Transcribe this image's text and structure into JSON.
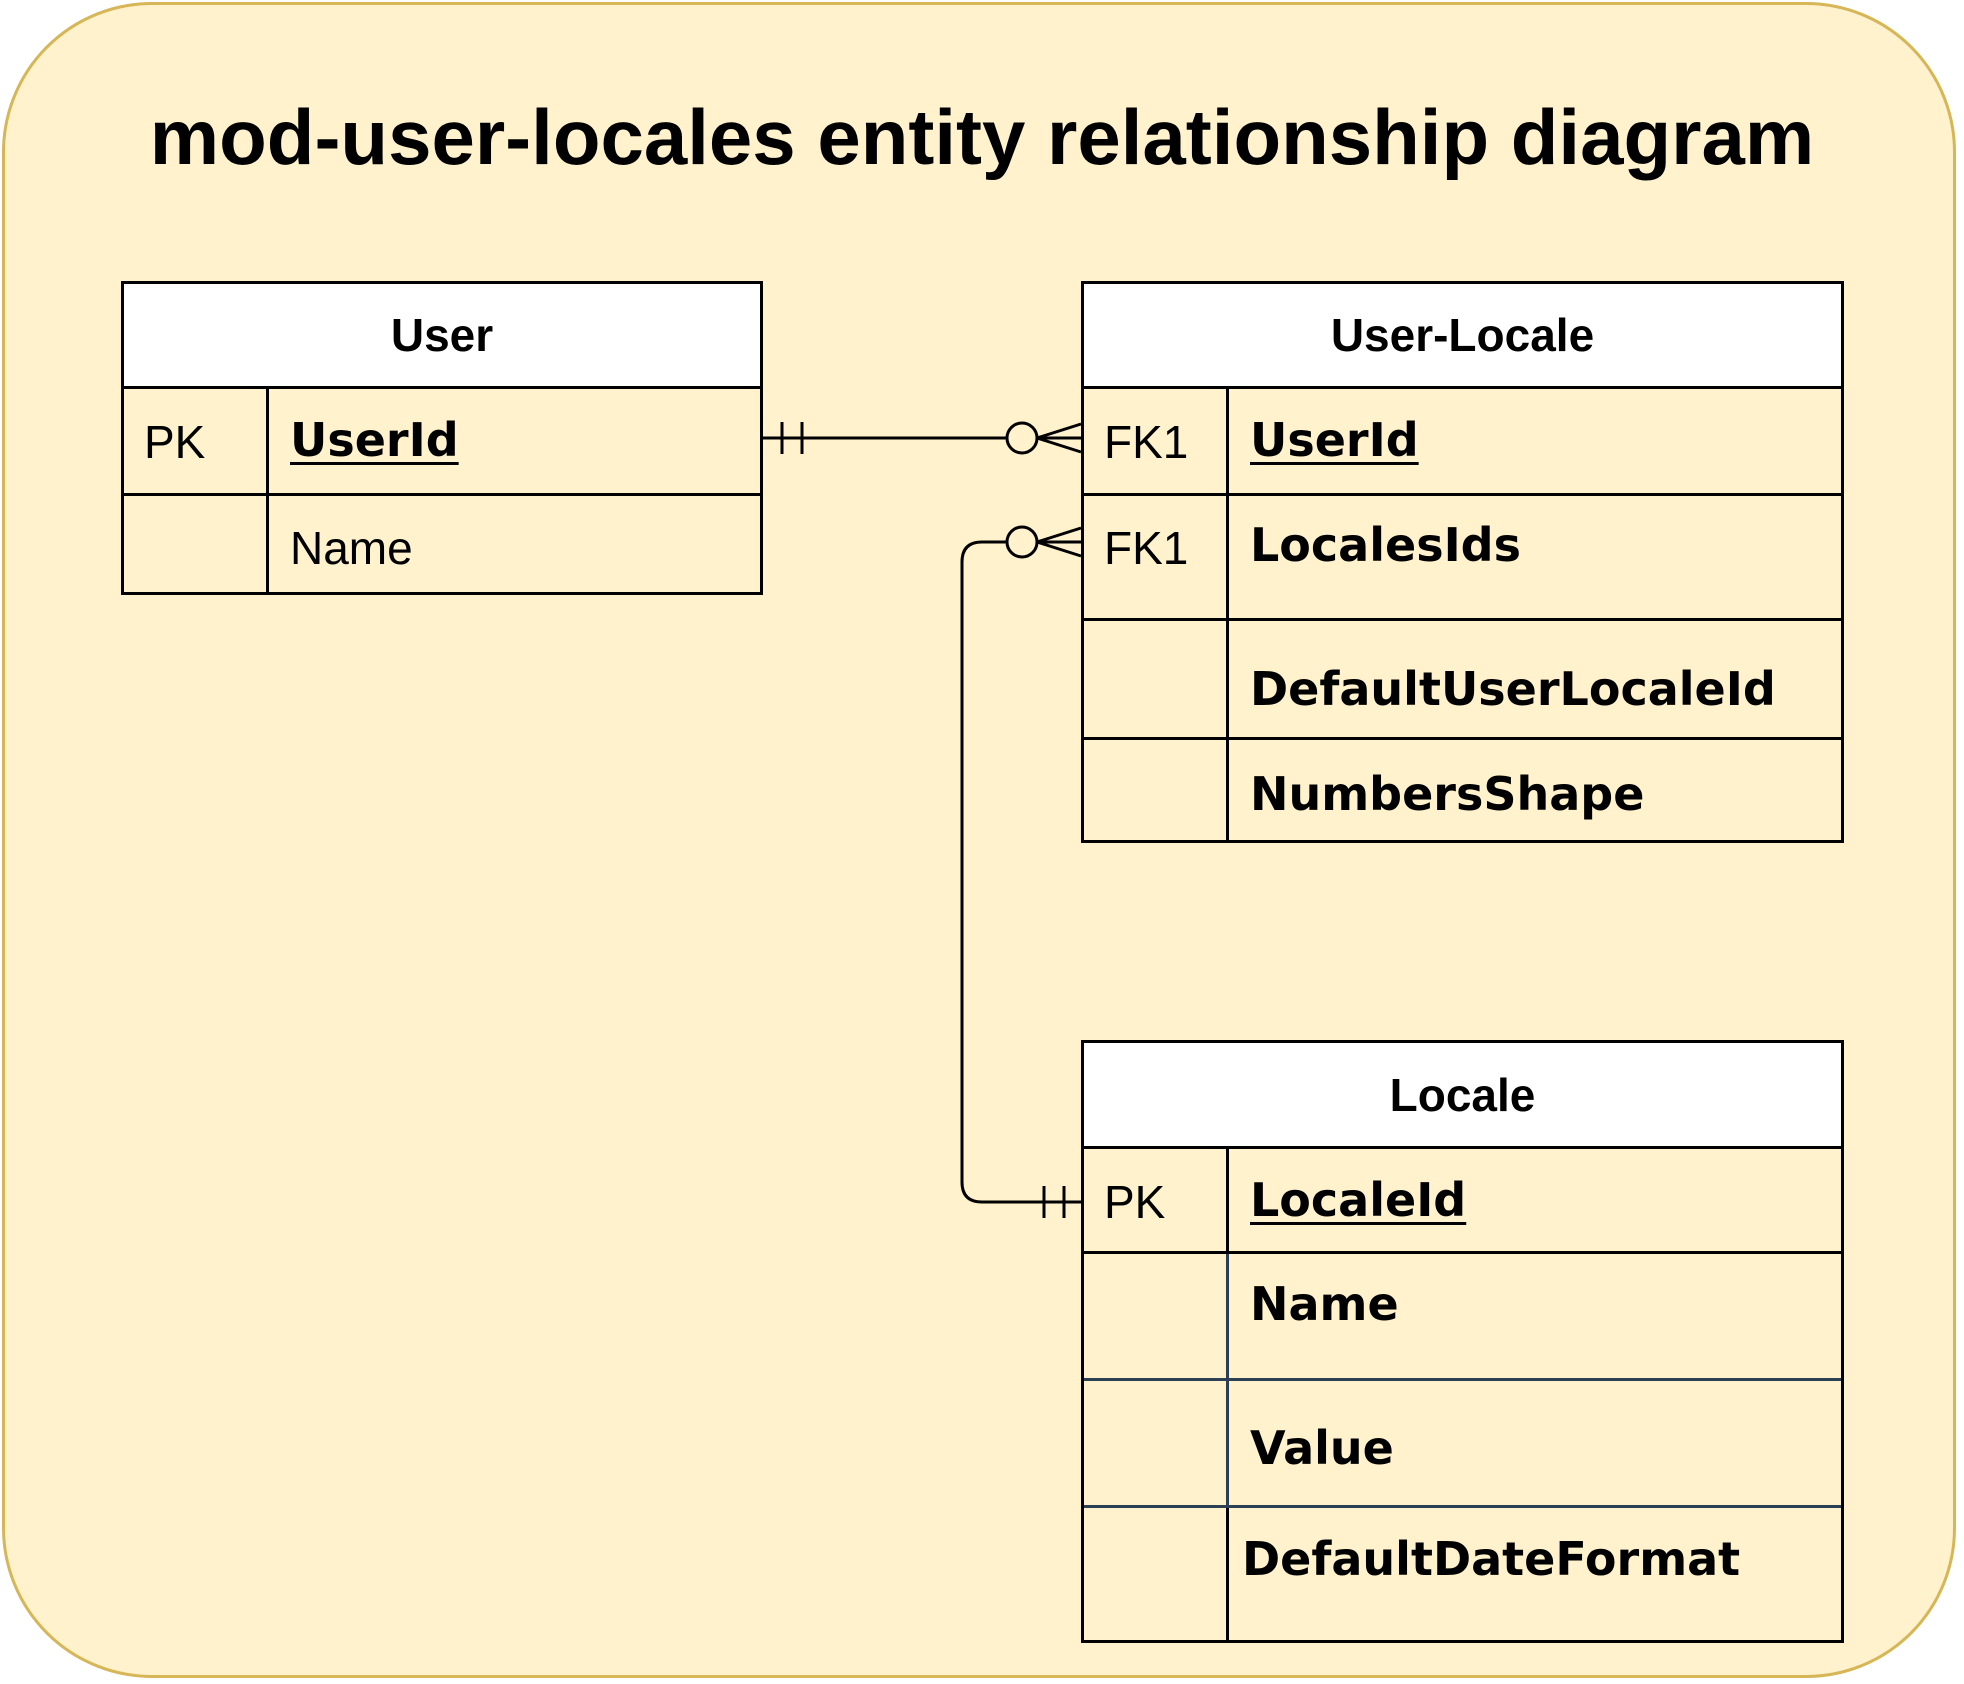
{
  "title": "mod-user-locales entity relationship diagram",
  "colors": {
    "background": "#fff2cc",
    "border": "#d6b656",
    "line": "#000000",
    "header_fill": "#ffffff"
  },
  "entities": {
    "user": {
      "name": "User",
      "rows": [
        {
          "key": "PK",
          "attr": "UserId"
        },
        {
          "key": "",
          "attr": "Name"
        }
      ]
    },
    "user_locale": {
      "name": "User-Locale",
      "rows": [
        {
          "key": "FK1",
          "attr": "UserId"
        },
        {
          "key": "FK1",
          "attr": "LocalesIds"
        },
        {
          "key": "",
          "attr": "DefaultUserLocaleId"
        },
        {
          "key": "",
          "attr": "NumbersShape"
        }
      ]
    },
    "locale": {
      "name": "Locale",
      "rows": [
        {
          "key": "PK",
          "attr": "LocaleId"
        },
        {
          "key": "",
          "attr": "Name"
        },
        {
          "key": "",
          "attr": "Value"
        },
        {
          "key": "",
          "attr": "DefaultDateFormat"
        }
      ]
    }
  },
  "relationships": [
    {
      "from": "User.UserId",
      "to": "User-Locale.UserId",
      "from_cardinality": "exactly-one",
      "to_cardinality": "zero-or-many"
    },
    {
      "from": "Locale.LocaleId",
      "to": "User-Locale.LocalesIds",
      "from_cardinality": "exactly-one",
      "to_cardinality": "zero-or-many"
    }
  ]
}
